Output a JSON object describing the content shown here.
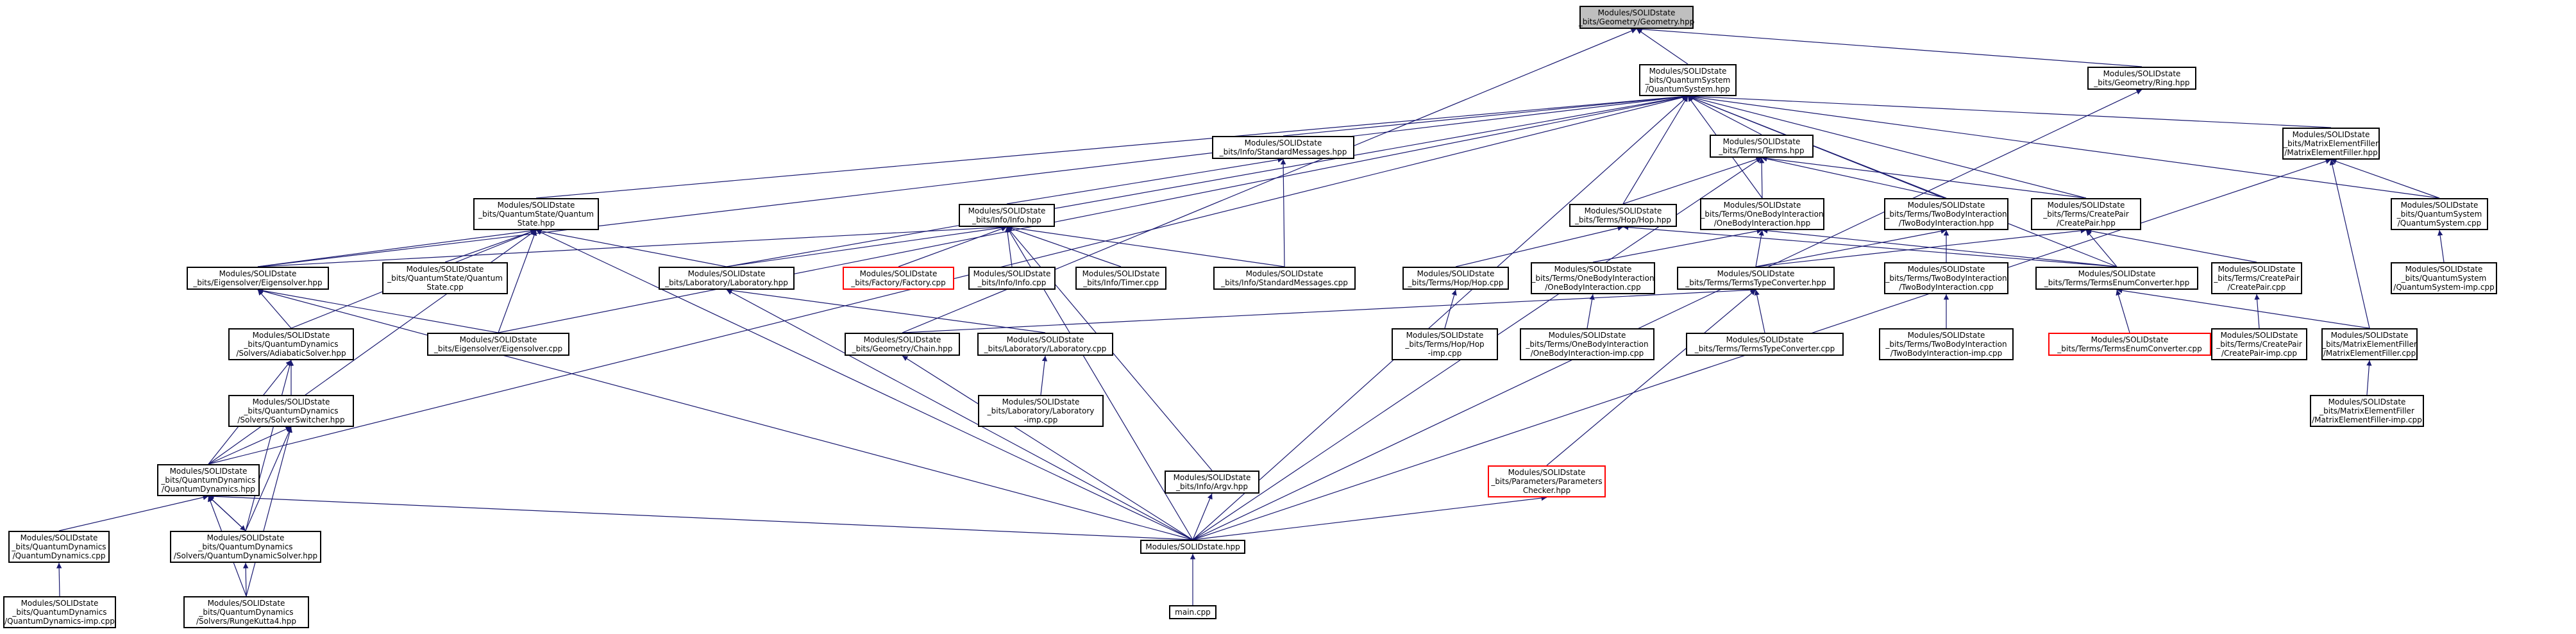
{
  "graph": {
    "colors": {
      "edge": "#191970",
      "node_border": "#000000",
      "missing_border": "#ff0000",
      "root_fill": "#bfbfbf"
    },
    "nodes": [
      {
        "id": "geometry_hpp",
        "lines": [
          "Modules/SOLIDstate",
          "_bits/Geometry/Geometry.hpp"
        ],
        "style": "root"
      },
      {
        "id": "qsys_hpp",
        "lines": [
          "Modules/SOLIDstate",
          "_bits/QuantumSystem",
          "/QuantumSystem.hpp"
        ]
      },
      {
        "id": "ring_hpp",
        "lines": [
          "Modules/SOLIDstate",
          "_bits/Geometry/Ring.hpp"
        ]
      },
      {
        "id": "stdmsg_hpp",
        "lines": [
          "Modules/SOLIDstate",
          "_bits/Info/StandardMessages.hpp"
        ]
      },
      {
        "id": "terms_hpp",
        "lines": [
          "Modules/SOLIDstate",
          "_bits/Terms/Terms.hpp"
        ]
      },
      {
        "id": "mefiller_hpp",
        "lines": [
          "Modules/SOLIDstate",
          "_bits/MatrixElementFiller",
          "/MatrixElementFiller.hpp"
        ]
      },
      {
        "id": "qstate_hpp",
        "lines": [
          "Modules/SOLIDstate",
          "_bits/QuantumState/Quantum",
          "State.hpp"
        ]
      },
      {
        "id": "info_hpp",
        "lines": [
          "Modules/SOLIDstate",
          "_bits/Info/Info.hpp"
        ]
      },
      {
        "id": "hop_hpp",
        "lines": [
          "Modules/SOLIDstate",
          "_bits/Terms/Hop/Hop.hpp"
        ]
      },
      {
        "id": "onebody_hpp",
        "lines": [
          "Modules/SOLIDstate",
          "_bits/Terms/OneBodyInteraction",
          "/OneBodyInteraction.hpp"
        ]
      },
      {
        "id": "twobody_hpp",
        "lines": [
          "Modules/SOLIDstate",
          "_bits/Terms/TwoBodyInteraction",
          "/TwoBodyInteraction.hpp"
        ]
      },
      {
        "id": "createpair_hpp",
        "lines": [
          "Modules/SOLIDstate",
          "_bits/Terms/CreatePair",
          "/CreatePair.hpp"
        ]
      },
      {
        "id": "qsys_cpp",
        "lines": [
          "Modules/SOLIDstate",
          "_bits/QuantumSystem",
          "/QuantumSystem.cpp"
        ]
      },
      {
        "id": "eigensolver_hpp",
        "lines": [
          "Modules/SOLIDstate",
          "_bits/Eigensolver/Eigensolver.hpp"
        ]
      },
      {
        "id": "qstate_cpp",
        "lines": [
          "Modules/SOLIDstate",
          "_bits/QuantumState/Quantum",
          "State.cpp"
        ]
      },
      {
        "id": "laboratory_hpp",
        "lines": [
          "Modules/SOLIDstate",
          "_bits/Laboratory/Laboratory.hpp"
        ]
      },
      {
        "id": "factory_cpp",
        "lines": [
          "Modules/SOLIDstate",
          "_bits/Factory/Factory.cpp"
        ],
        "style": "red"
      },
      {
        "id": "info_cpp",
        "lines": [
          "Modules/SOLIDstate",
          "_bits/Info/Info.cpp"
        ]
      },
      {
        "id": "timer_cpp",
        "lines": [
          "Modules/SOLIDstate",
          "_bits/Info/Timer.cpp"
        ]
      },
      {
        "id": "stdmsg_cpp",
        "lines": [
          "Modules/SOLIDstate",
          "_bits/Info/StandardMessages.cpp"
        ]
      },
      {
        "id": "hop_cpp",
        "lines": [
          "Modules/SOLIDstate",
          "_bits/Terms/Hop/Hop.cpp"
        ]
      },
      {
        "id": "onebody_cpp",
        "lines": [
          "Modules/SOLIDstate",
          "_bits/Terms/OneBodyInteraction",
          "/OneBodyInteraction.cpp"
        ]
      },
      {
        "id": "termstype_hpp",
        "lines": [
          "Modules/SOLIDstate",
          "_bits/Terms/TermsTypeConverter.hpp"
        ]
      },
      {
        "id": "twobody_cpp",
        "lines": [
          "Modules/SOLIDstate",
          "_bits/Terms/TwoBodyInteraction",
          "/TwoBodyInteraction.cpp"
        ]
      },
      {
        "id": "termsenum_hpp",
        "lines": [
          "Modules/SOLIDstate",
          "_bits/Terms/TermsEnumConverter.hpp"
        ]
      },
      {
        "id": "createpair_cpp",
        "lines": [
          "Modules/SOLIDstate",
          "_bits/Terms/CreatePair",
          "/CreatePair.cpp"
        ]
      },
      {
        "id": "qsys_imp_cpp",
        "lines": [
          "Modules/SOLIDstate",
          "_bits/QuantumSystem",
          "/QuantumSystem-imp.cpp"
        ]
      },
      {
        "id": "adiabatic_hpp",
        "lines": [
          "Modules/SOLIDstate",
          "_bits/QuantumDynamics",
          "/Solvers/AdiabaticSolver.hpp"
        ]
      },
      {
        "id": "eigensolver_cpp",
        "lines": [
          "Modules/SOLIDstate",
          "_bits/Eigensolver/Eigensolver.cpp"
        ]
      },
      {
        "id": "chain_hpp",
        "lines": [
          "Modules/SOLIDstate",
          "_bits/Geometry/Chain.hpp"
        ]
      },
      {
        "id": "laboratory_cpp",
        "lines": [
          "Modules/SOLIDstate",
          "_bits/Laboratory/Laboratory.cpp"
        ]
      },
      {
        "id": "hop_imp_cpp",
        "lines": [
          "Modules/SOLIDstate",
          "_bits/Terms/Hop/Hop",
          "-imp.cpp"
        ]
      },
      {
        "id": "onebody_imp_cpp",
        "lines": [
          "Modules/SOLIDstate",
          "_bits/Terms/OneBodyInteraction",
          "/OneBodyInteraction-imp.cpp"
        ]
      },
      {
        "id": "termstype_cpp",
        "lines": [
          "Modules/SOLIDstate",
          "_bits/Terms/TermsTypeConverter.cpp"
        ]
      },
      {
        "id": "twobody_imp_cpp",
        "lines": [
          "Modules/SOLIDstate",
          "_bits/Terms/TwoBodyInteraction",
          "/TwoBodyInteraction-imp.cpp"
        ]
      },
      {
        "id": "termsenum_cpp",
        "lines": [
          "Modules/SOLIDstate",
          "_bits/Terms/TermsEnumConverter.cpp"
        ],
        "style": "red"
      },
      {
        "id": "createpair_imp_cpp",
        "lines": [
          "Modules/SOLIDstate",
          "_bits/Terms/CreatePair",
          "/CreatePair-imp.cpp"
        ]
      },
      {
        "id": "mefiller_cpp",
        "lines": [
          "Modules/SOLIDstate",
          "_bits/MatrixElementFiller",
          "/MatrixElementFiller.cpp"
        ]
      },
      {
        "id": "switcher_hpp",
        "lines": [
          "Modules/SOLIDstate",
          "_bits/QuantumDynamics",
          "/Solvers/SolverSwitcher.hpp"
        ]
      },
      {
        "id": "lab_imp_cpp",
        "lines": [
          "Modules/SOLIDstate",
          "_bits/Laboratory/Laboratory",
          "-imp.cpp"
        ]
      },
      {
        "id": "mefiller_imp_cpp",
        "lines": [
          "Modules/SOLIDstate",
          "_bits/MatrixElementFiller",
          "/MatrixElementFiller-imp.cpp"
        ]
      },
      {
        "id": "paramchecker_hpp",
        "lines": [
          "Modules/SOLIDstate",
          "_bits/Parameters/Parameters",
          "Checker.hpp"
        ],
        "style": "red"
      },
      {
        "id": "qdyn_hpp",
        "lines": [
          "Modules/SOLIDstate",
          "_bits/QuantumDynamics",
          "/QuantumDynamics.hpp"
        ]
      },
      {
        "id": "argv_hpp",
        "lines": [
          "Modules/SOLIDstate",
          "_bits/Info/Argv.hpp"
        ]
      },
      {
        "id": "qdyn_cpp",
        "lines": [
          "Modules/SOLIDstate",
          "_bits/QuantumDynamics",
          "/QuantumDynamics.cpp"
        ]
      },
      {
        "id": "qdynsolver_hpp",
        "lines": [
          "Modules/SOLIDstate",
          "_bits/QuantumDynamics",
          "/Solvers/QuantumDynamicSolver.hpp"
        ]
      },
      {
        "id": "solidstate_hpp",
        "lines": [
          "Modules/SOLIDstate.hpp"
        ]
      },
      {
        "id": "qdyn_imp_cpp",
        "lines": [
          "Modules/SOLIDstate",
          "_bits/QuantumDynamics",
          "/QuantumDynamics-imp.cpp"
        ]
      },
      {
        "id": "rk4_hpp",
        "lines": [
          "Modules/SOLIDstate",
          "_bits/QuantumDynamics",
          "/Solvers/RungeKutta4.hpp"
        ]
      },
      {
        "id": "main_cpp",
        "lines": [
          "main.cpp"
        ]
      }
    ]
  }
}
